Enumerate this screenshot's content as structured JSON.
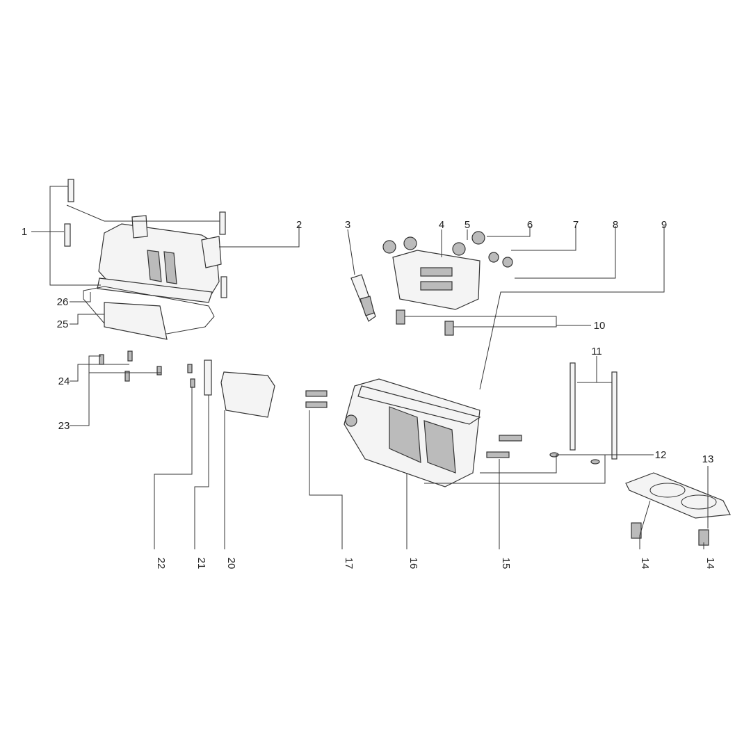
{
  "diagram": {
    "title": "Cylinder head exploded view",
    "callouts": [
      "1",
      "2",
      "3",
      "4",
      "5",
      "6",
      "7",
      "8",
      "9",
      "10",
      "11",
      "12",
      "13",
      "14",
      "14",
      "15",
      "16",
      "17",
      "20",
      "21",
      "22",
      "23",
      "24",
      "25",
      "26"
    ]
  }
}
